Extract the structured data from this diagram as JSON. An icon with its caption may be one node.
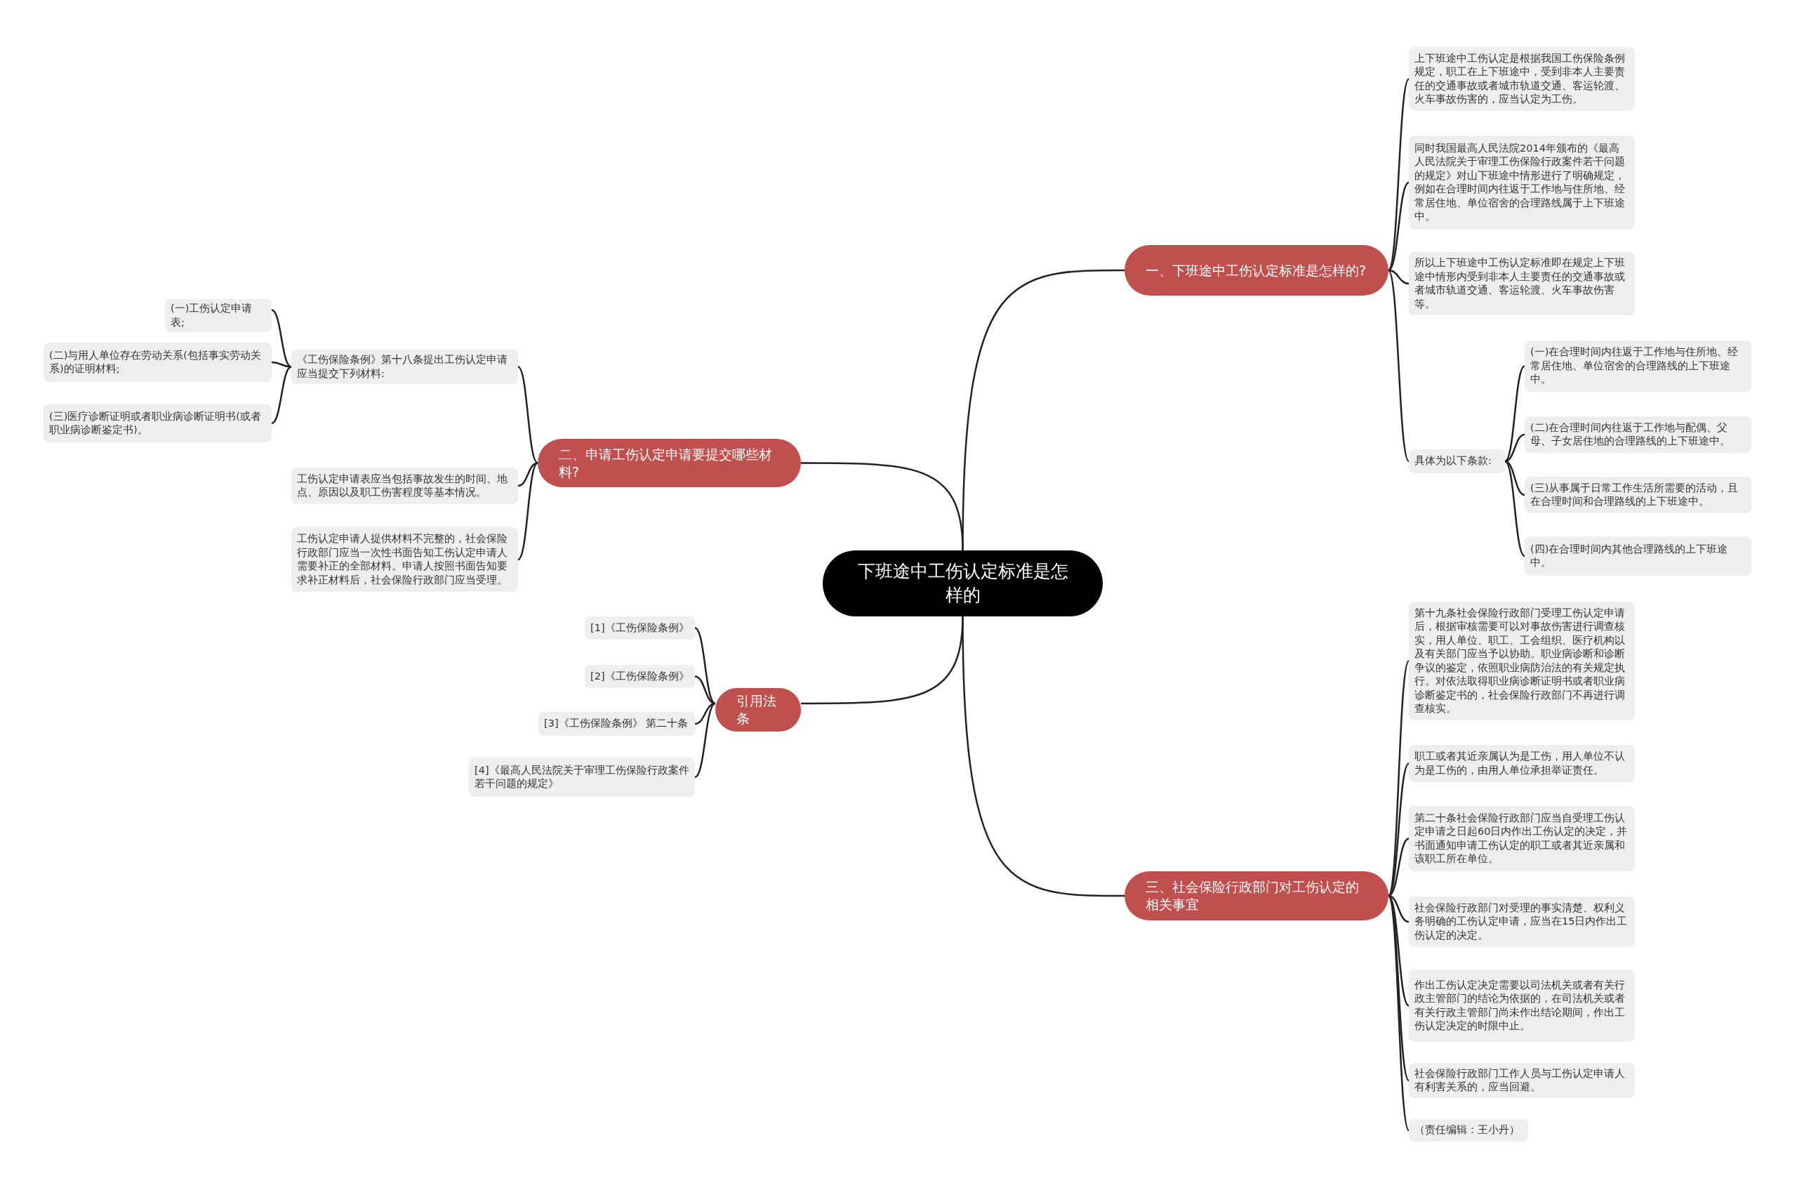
{
  "diagram": {
    "nodes": [
      {
        "text": [
          "下班途中工伤认定标准是怎样的"
        ]
      },
      {
        "text": [
          "一、下班途中工伤认定标准是怎样的?"
        ]
      },
      {
        "text": [
          "上下班途中工伤认定是根据我国工伤保险条例规定，职工在上下班途中，受到非本人主要责任的交通事故或者城市轨道交通、客运轮渡、火车事故伤害的，应当认定为工伤。"
        ]
      },
      {
        "text": [
          "同时我国最高人民法院2014年颁布的《最高人民法院关于审理工伤保险行政案件若干问题的规定》对山下班途中情形进行了明确规定，例如在合理时间内往返于工作地与住所地、经常居住地、单位宿舍的合理路线属于上下班途中。"
        ]
      },
      {
        "text": [
          "所以上下班途中工伤认定标准即在规定上下班途中情形内受到非本人主要责任的交通事故或者城市轨道交通、客运轮渡、火车事故伤害等。"
        ]
      },
      {
        "text": [
          "具体为以下条款:"
        ]
      },
      {
        "text": [
          "(一)在合理时间内往返于工作地与住所地、经常居住地、单位宿舍的合理路线的上下班途中。"
        ]
      },
      {
        "text": [
          "(二)在合理时间内往返于工作地与配偶、父母、子女居住地的合理路线的上下班途中。"
        ]
      },
      {
        "text": [
          "(三)从事属于日常工作生活所需要的活动，且在合理时间和合理路线的上下班途中。"
        ]
      },
      {
        "text": [
          "(四)在合理时间内其他合理路线的上下班途中。"
        ]
      },
      {
        "text": [
          "二、申请工伤认定申请要提交哪些材料?"
        ]
      },
      {
        "text": [
          "《工伤保险条例》第十八条提出工伤认定申请应当提交下列材料:"
        ]
      },
      {
        "text": [
          "(一)工伤认定申请表;"
        ]
      },
      {
        "text": [
          "(二)与用人单位存在劳动关系(包括事实劳动关系)的证明材料;"
        ]
      },
      {
        "text": [
          "(三)医疗诊断证明或者职业病诊断证明书(或者职业病诊断鉴定书)。"
        ]
      },
      {
        "text": [
          "工伤认定申请表应当包括事故发生的时间、地点、原因以及职工伤害程度等基本情况。"
        ]
      },
      {
        "text": [
          "工伤认定申请人提供材料不完整的，社会保险行政部门应当一次性书面告知工伤认定申请人需要补正的全部材料。申请人按照书面告知要求补正材料后，社会保险行政部门应当受理。"
        ]
      },
      {
        "text": [
          "引用法条"
        ]
      },
      {
        "text": [
          "[1]《工伤保险条例》"
        ]
      },
      {
        "text": [
          "[2]《工伤保险条例》"
        ]
      },
      {
        "text": [
          "[3]《工伤保险条例》 第二十条"
        ]
      },
      {
        "text": [
          "[4]《最高人民法院关于审理工伤保险行政案件若干问题的规定》"
        ]
      },
      {
        "text": [
          "三、社会保险行政部门对工伤认定的相关事宜"
        ]
      },
      {
        "text": [
          "第十九条社会保险行政部门受理工伤认定申请后，根据审核需要可以对事故伤害进行调查核实，用人单位、职工、工会组织、医疗机构以及有关部门应当予以协助。职业病诊断和诊断争议的鉴定，依照职业病防治法的有关规定执行。对依法取得职业病诊断证明书或者职业病诊断鉴定书的，社会保险行政部门不再进行调查核实。"
        ]
      },
      {
        "text": [
          "职工或者其近亲属认为是工伤，用人单位不认为是工伤的，由用人单位承担举证责任。"
        ]
      },
      {
        "text": [
          "第二十条社会保险行政部门应当自受理工伤认定申请之日起60日内作出工伤认定的决定，并书面通知申请工伤认定的职工或者其近亲属和该职工所在单位。"
        ]
      },
      {
        "text": [
          "社会保险行政部门对受理的事实清楚、权利义务明确的工伤认定申请，应当在15日内作出工伤认定的决定。"
        ]
      },
      {
        "text": [
          "作出工伤认定决定需要以司法机关或者有关行政主管部门的结论为依据的，在司法机关或者有关行政主管部门尚未作出结论期间，作出工伤认定决定的时限中止。"
        ]
      },
      {
        "text": [
          "社会保险行政部门工作人员与工伤认定申请人有利害关系的，应当回避。"
        ]
      },
      {
        "text": [
          "（责任编辑：王小丹）"
        ]
      }
    ],
    "edges": [
      {
        "from": 0,
        "to": 1,
        "arrow": "none"
      },
      {
        "from": 0,
        "to": 10,
        "arrow": "none"
      },
      {
        "from": 0,
        "to": 17,
        "arrow": "none"
      },
      {
        "from": 0,
        "to": 22,
        "arrow": "none"
      },
      {
        "from": 1,
        "to": 2,
        "arrow": "none"
      },
      {
        "from": 1,
        "to": 3,
        "arrow": "none"
      },
      {
        "from": 1,
        "to": 4,
        "arrow": "none"
      },
      {
        "from": 1,
        "to": 5,
        "arrow": "none"
      },
      {
        "from": 5,
        "to": 6,
        "arrow": "none"
      },
      {
        "from": 5,
        "to": 7,
        "arrow": "none"
      },
      {
        "from": 5,
        "to": 8,
        "arrow": "none"
      },
      {
        "from": 5,
        "to": 9,
        "arrow": "none"
      },
      {
        "from": 10,
        "to": 11,
        "arrow": "none"
      },
      {
        "from": 10,
        "to": 15,
        "arrow": "none"
      },
      {
        "from": 10,
        "to": 16,
        "arrow": "none"
      },
      {
        "from": 11,
        "to": 12,
        "arrow": "none"
      },
      {
        "from": 11,
        "to": 13,
        "arrow": "none"
      },
      {
        "from": 11,
        "to": 14,
        "arrow": "none"
      },
      {
        "from": 17,
        "to": 18,
        "arrow": "none"
      },
      {
        "from": 17,
        "to": 19,
        "arrow": "none"
      },
      {
        "from": 17,
        "to": 20,
        "arrow": "none"
      },
      {
        "from": 17,
        "to": 21,
        "arrow": "none"
      },
      {
        "from": 22,
        "to": 23,
        "arrow": "none"
      },
      {
        "from": 22,
        "to": 24,
        "arrow": "none"
      },
      {
        "from": 22,
        "to": 25,
        "arrow": "none"
      },
      {
        "from": 22,
        "to": 26,
        "arrow": "none"
      },
      {
        "from": 22,
        "to": 27,
        "arrow": "none"
      },
      {
        "from": 22,
        "to": 28,
        "arrow": "none"
      },
      {
        "from": 22,
        "to": 29,
        "arrow": "none"
      }
    ]
  }
}
